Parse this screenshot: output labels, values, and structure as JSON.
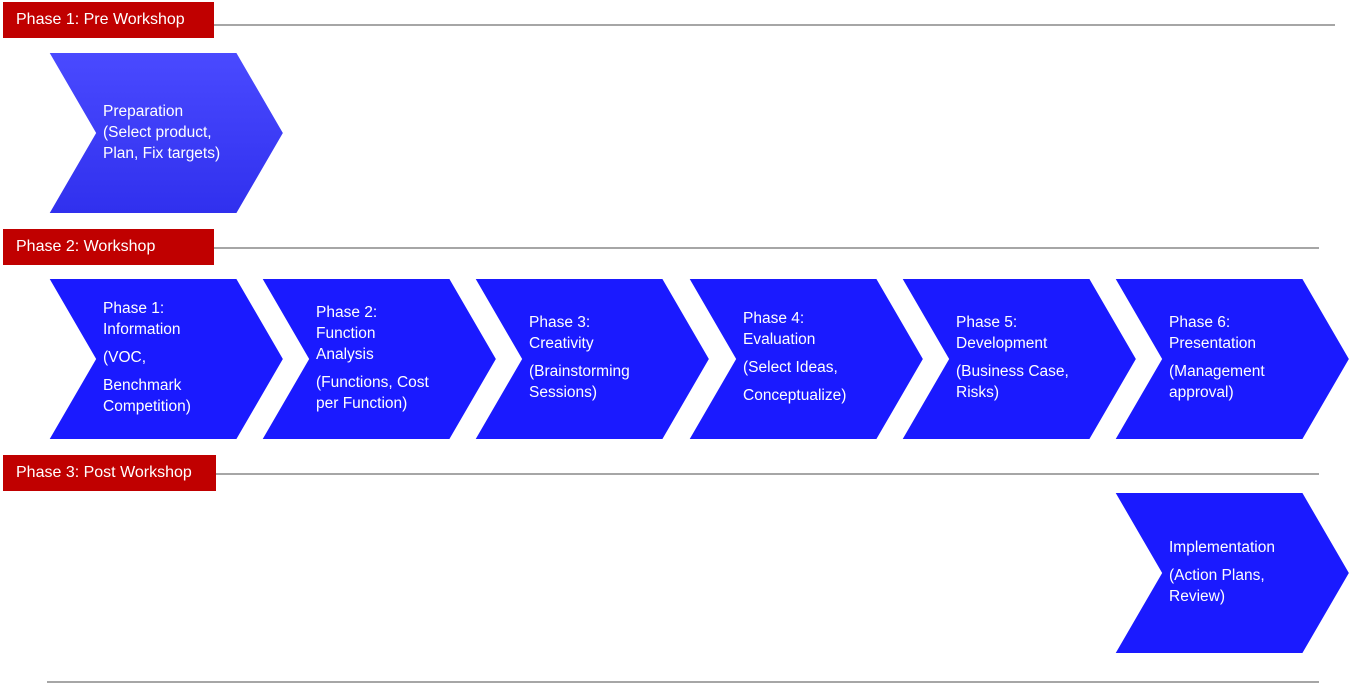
{
  "colors": {
    "phase_tag": "#c00000",
    "rule": "#a6a6a6",
    "chevron_fill": "#1a1aff",
    "chevron_stroke": "#ffffff"
  },
  "phases": [
    {
      "label": "Phase 1: Pre Workshop"
    },
    {
      "label": "Phase 2: Workshop"
    },
    {
      "label": "Phase 3: Post Workshop"
    }
  ],
  "preparation": {
    "title": "Preparation",
    "lines": [
      "(Select product,",
      "Plan, Fix targets)"
    ]
  },
  "workshop_steps": [
    {
      "title": [
        "Phase 1:",
        "Information"
      ],
      "detail": [
        "(VOC,",
        "Benchmark",
        "Competition)"
      ]
    },
    {
      "title": [
        "Phase 2:",
        "Function",
        "Analysis"
      ],
      "detail": [
        "(Functions, Cost",
        "per Function)"
      ]
    },
    {
      "title": [
        "Phase 3:",
        "Creativity"
      ],
      "detail": [
        "(Brainstorming",
        "Sessions)"
      ]
    },
    {
      "title": [
        "Phase 4:",
        "Evaluation"
      ],
      "detail": [
        "(Select Ideas,",
        "Conceptualize)"
      ]
    },
    {
      "title": [
        "Phase 5:",
        "Development"
      ],
      "detail": [
        "(Business Case,",
        "Risks)"
      ]
    },
    {
      "title": [
        "Phase 6:",
        "Presentation"
      ],
      "detail": [
        "(Management",
        "approval)"
      ]
    }
  ],
  "implementation": {
    "title": "Implementation",
    "lines": [
      "(Action Plans,",
      "Review)"
    ]
  }
}
